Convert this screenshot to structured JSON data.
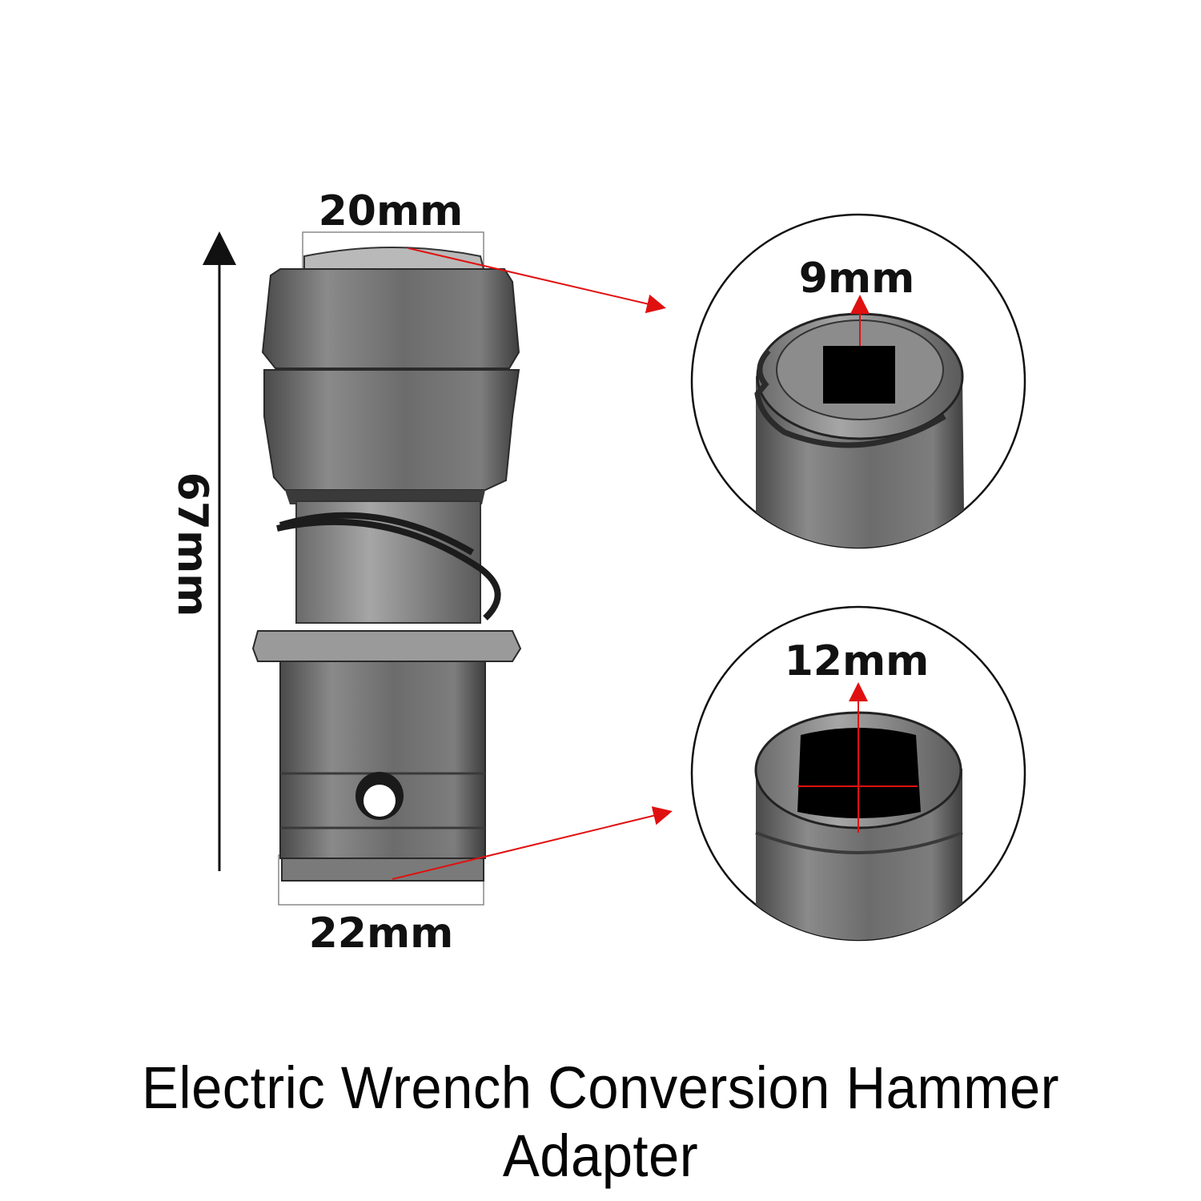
{
  "product": {
    "caption": "Electric Wrench Conversion Hammer Adapter"
  },
  "dimensions": {
    "top_diameter": "20mm",
    "bottom_diameter": "22mm",
    "length": "67mm",
    "small_square": "9mm",
    "large_square": "12mm"
  },
  "colors": {
    "annotation_arrow": "#e01010",
    "metal": "#6e6e6e",
    "outline": "#111111"
  }
}
